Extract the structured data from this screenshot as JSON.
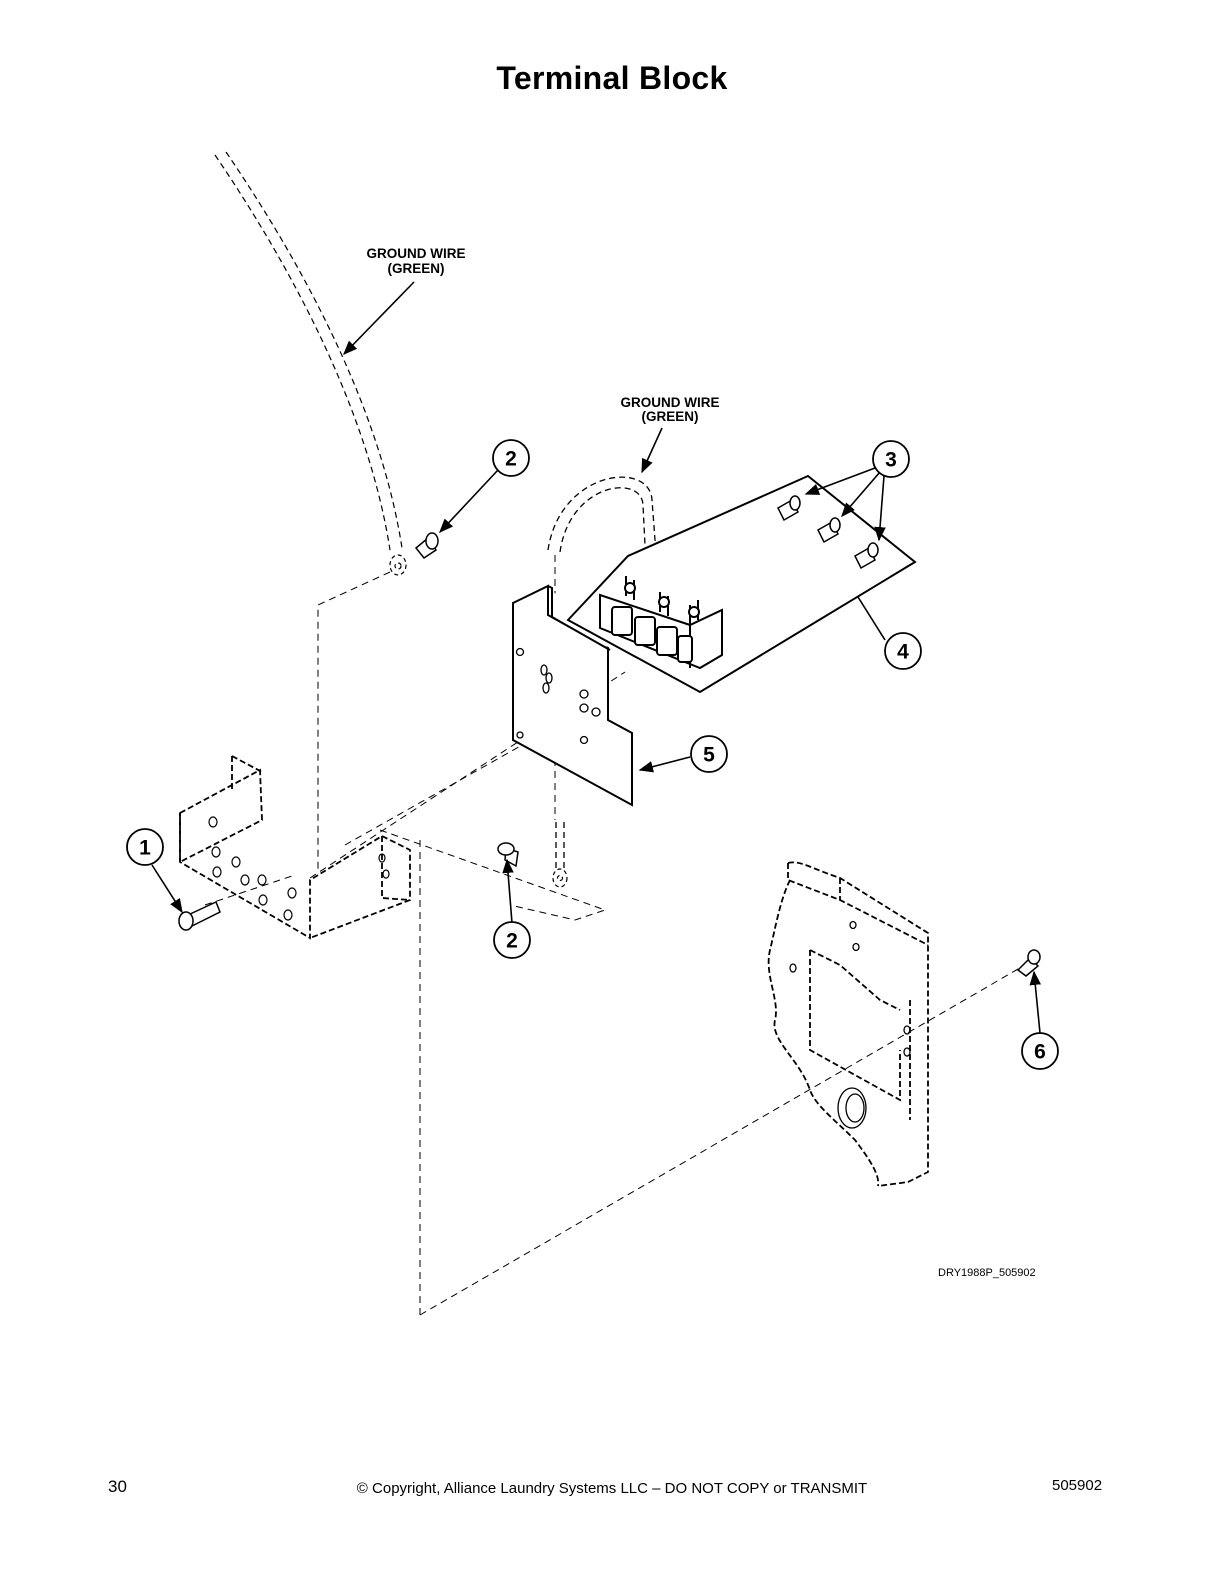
{
  "page": {
    "title": "Terminal Block"
  },
  "labels": {
    "ground_wire_upper": [
      "GROUND WIRE",
      "(GREEN)"
    ],
    "ground_wire_middle": [
      "GROUND WIRE",
      "(GREEN)"
    ],
    "drawing_id": "DRY1988P_505902"
  },
  "callouts": [
    {
      "id": "1",
      "text": "1"
    },
    {
      "id": "2a",
      "text": "2"
    },
    {
      "id": "2b",
      "text": "2"
    },
    {
      "id": "3",
      "text": "3"
    },
    {
      "id": "4",
      "text": "4"
    },
    {
      "id": "5",
      "text": "5"
    },
    {
      "id": "6",
      "text": "6"
    }
  ],
  "footer": {
    "page_number": "30",
    "copyright": "© Copyright, Alliance Laundry Systems LLC – DO NOT COPY or TRANSMIT",
    "doc_number": "505902"
  }
}
